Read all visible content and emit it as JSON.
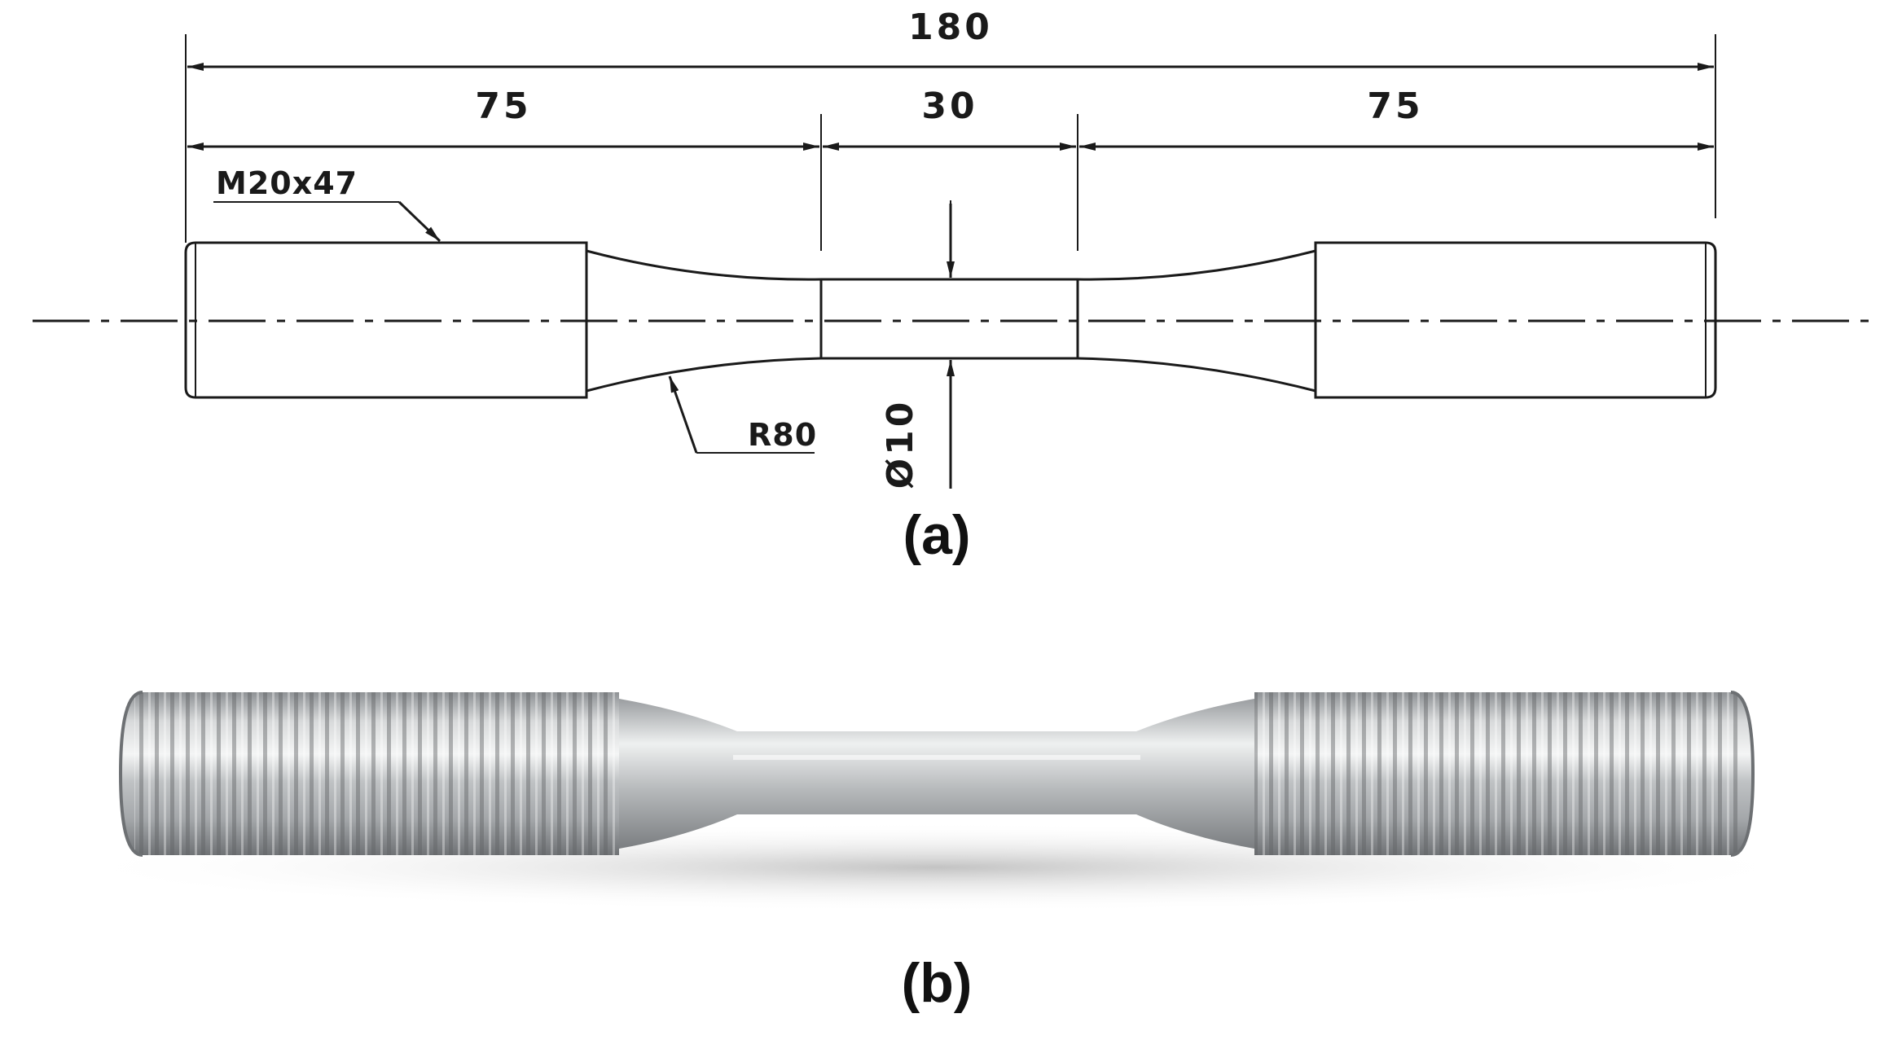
{
  "panel_a": {
    "dimensions": {
      "total_length": "180",
      "left_grip": "75",
      "gauge_length": "30",
      "right_grip": "75",
      "thread": "M20x47",
      "fillet_radius": "R80",
      "gauge_diameter": "Ø10"
    },
    "caption": "(a)"
  },
  "panel_b": {
    "caption": "(b)"
  }
}
